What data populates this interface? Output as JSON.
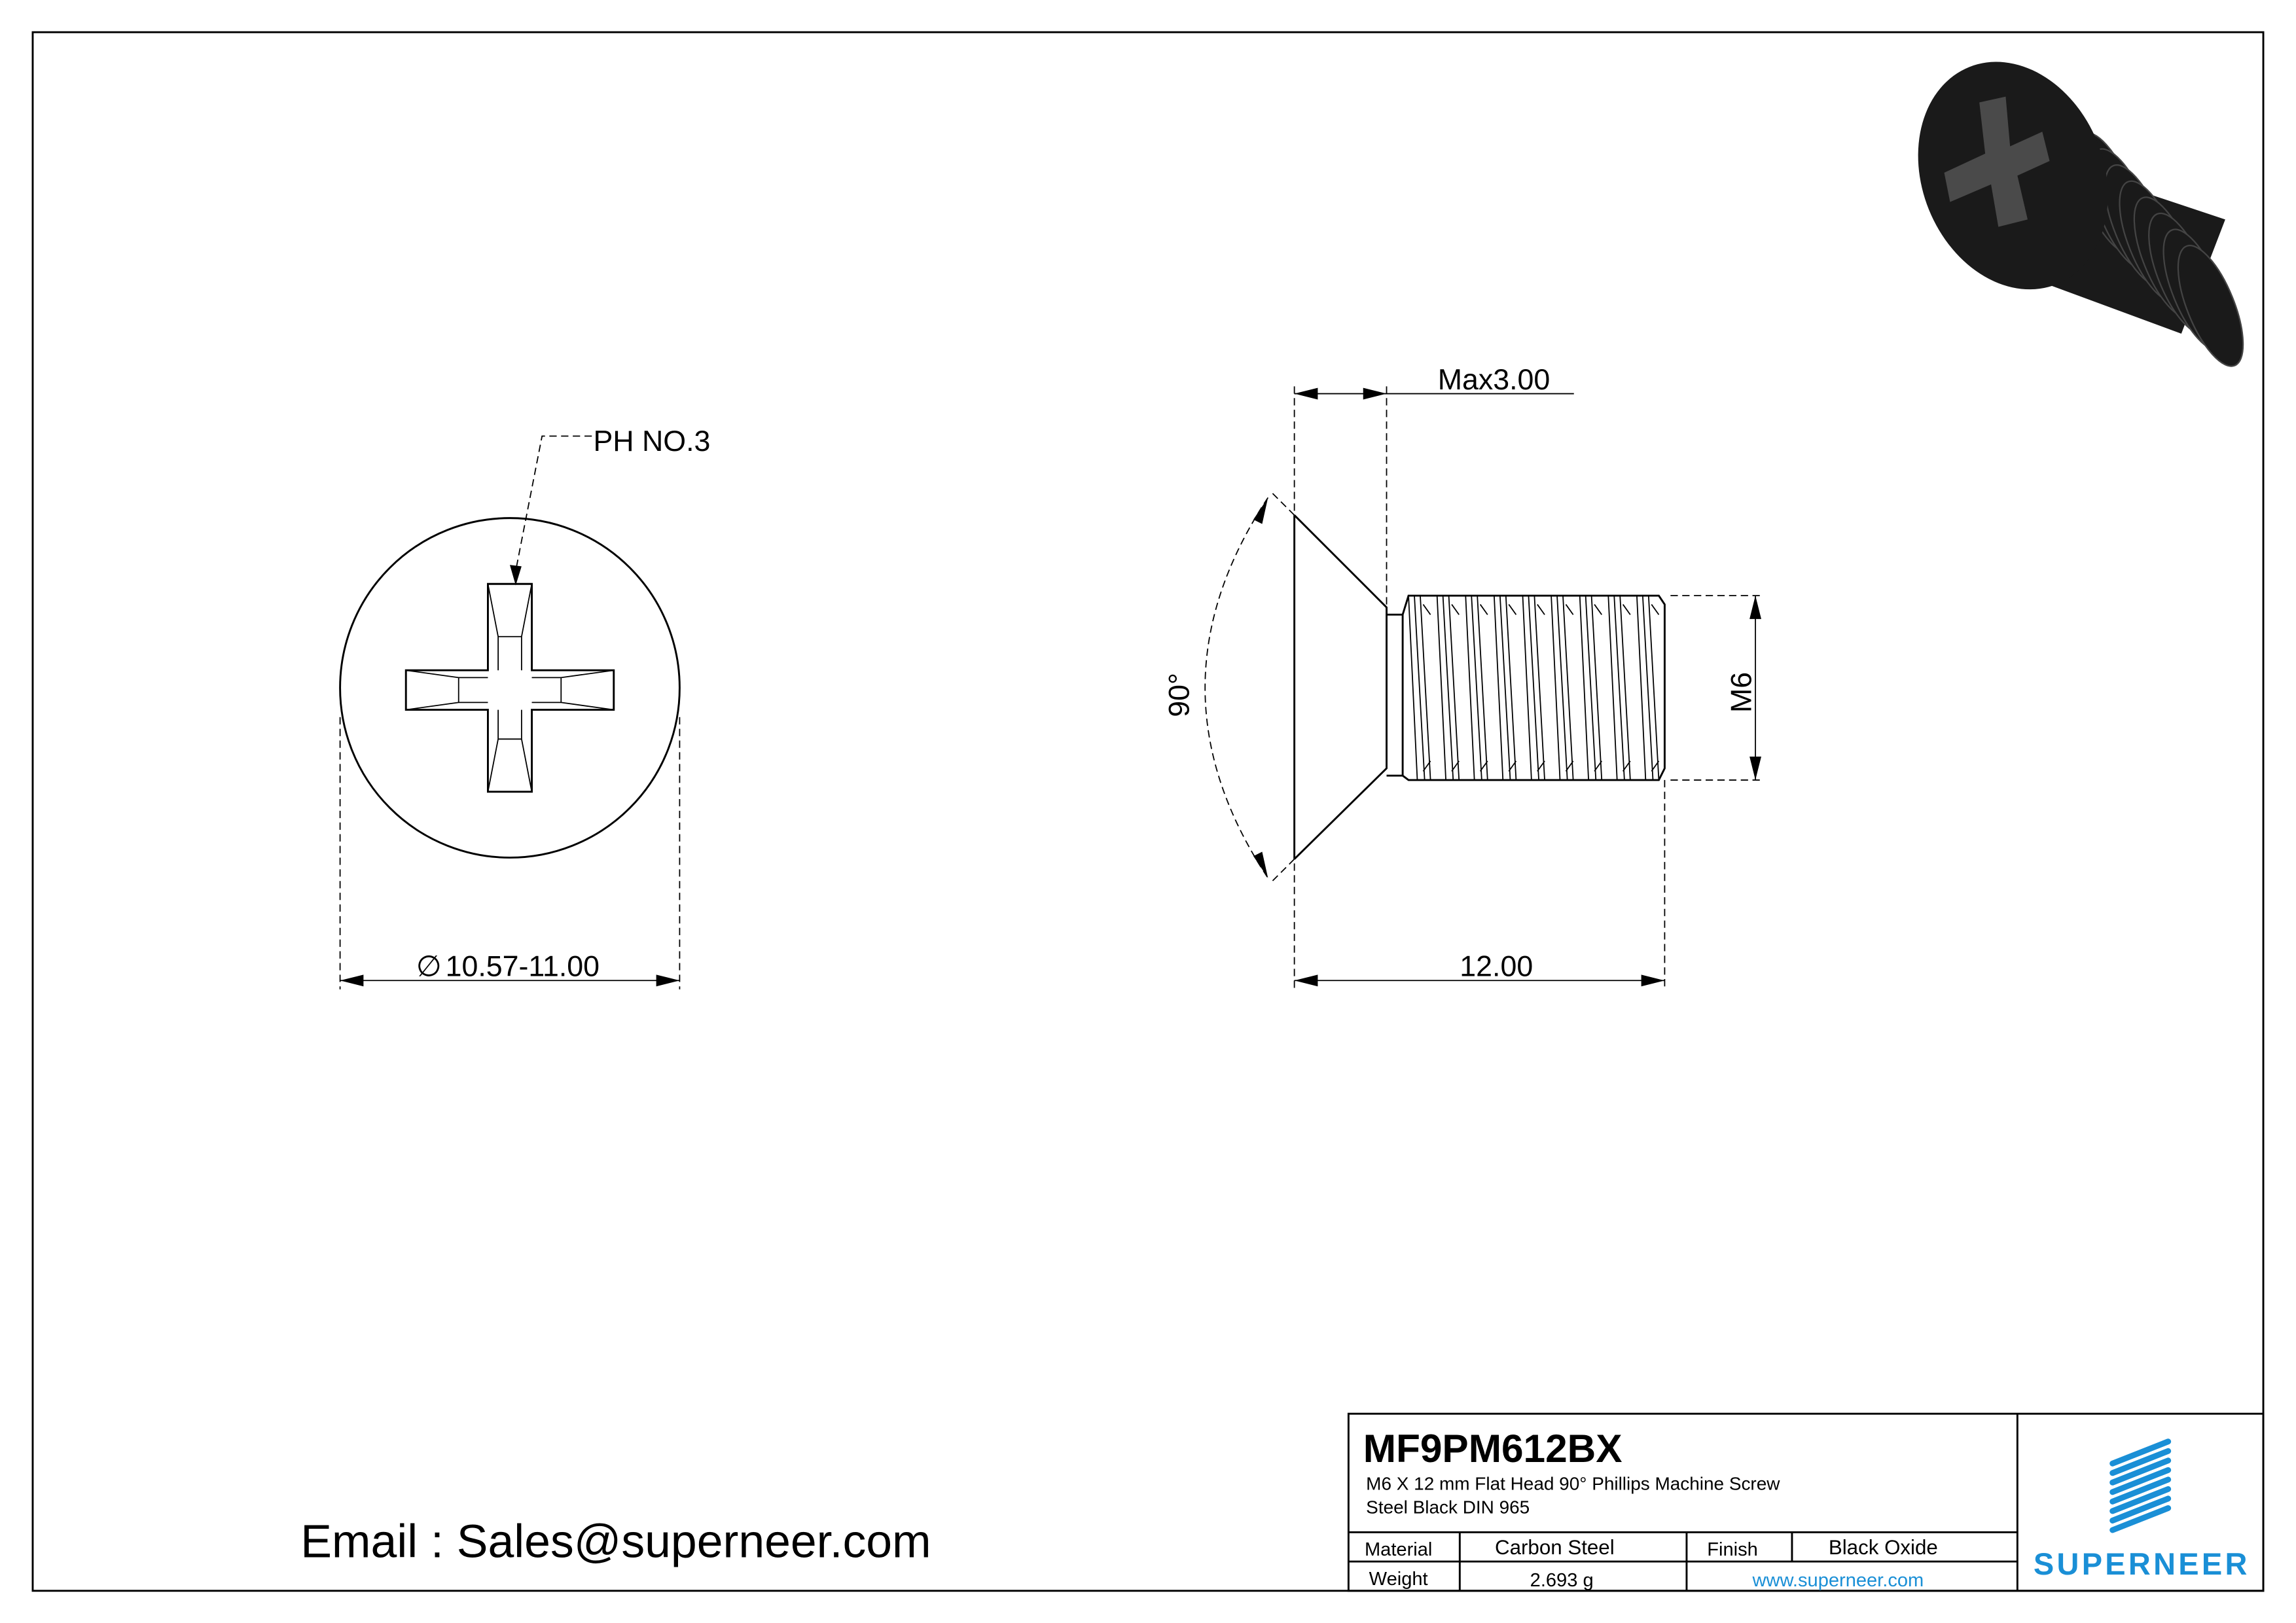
{
  "drawing": {
    "front_view": {
      "drive_label": "PH NO.3",
      "diameter_label": "10.57-11.00",
      "diameter_symbol": "∅"
    },
    "side_view": {
      "head_height_label": "Max3.00",
      "angle_label": "90°",
      "thread_label": "M6",
      "length_label": "12.00"
    },
    "render_3d": {
      "icon": "screw-3d-render",
      "color": "#1a1a1a"
    }
  },
  "email": "Email : Sales@superneer.com",
  "title_block": {
    "part_number": "MF9PM612BX",
    "description_line1": "M6 X 12 mm  Flat Head 90° Phillips Machine Screw",
    "description_line2": "Steel Black DIN 965",
    "material_label": "Material",
    "material_value": "Carbon Steel",
    "finish_label": "Finish",
    "finish_value": "Black Oxide",
    "weight_label": "Weight",
    "weight_value": "2.693 g",
    "website": "www.superneer.com",
    "logo_text": "SUPERNEER",
    "brand_color": "#1a8fd6"
  }
}
